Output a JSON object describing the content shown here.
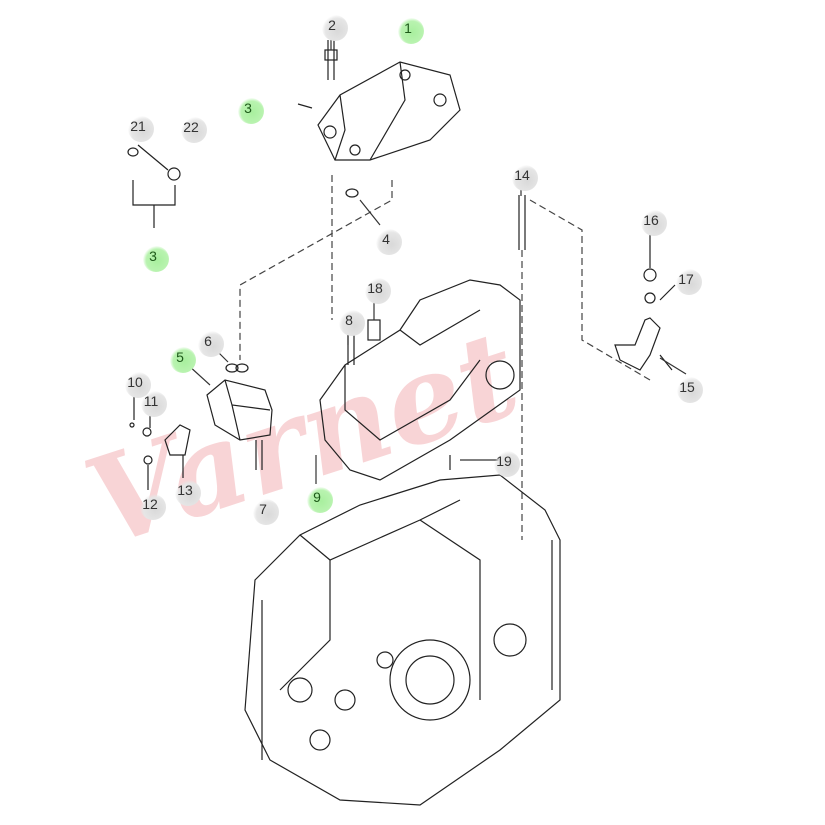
{
  "diagram": {
    "title": "Hydraulic lift cover and transmission housing exploded parts view",
    "watermark_text": "Varnet",
    "colors": {
      "highlight": "#b9f3b0",
      "callout": "#e6e6e6",
      "line": "#222222",
      "watermark": "#e13c46"
    },
    "callouts": [
      {
        "number": "1",
        "highlighted": true
      },
      {
        "number": "2",
        "highlighted": false
      },
      {
        "number": "3",
        "highlighted": true
      },
      {
        "number": "21",
        "highlighted": false
      },
      {
        "number": "22",
        "highlighted": false
      },
      {
        "number": "3",
        "highlighted": true
      },
      {
        "number": "4",
        "highlighted": false
      },
      {
        "number": "14",
        "highlighted": false
      },
      {
        "number": "16",
        "highlighted": false
      },
      {
        "number": "17",
        "highlighted": false
      },
      {
        "number": "18",
        "highlighted": false
      },
      {
        "number": "8",
        "highlighted": false
      },
      {
        "number": "6",
        "highlighted": false
      },
      {
        "number": "5",
        "highlighted": true
      },
      {
        "number": "10",
        "highlighted": false
      },
      {
        "number": "11",
        "highlighted": false
      },
      {
        "number": "15",
        "highlighted": false
      },
      {
        "number": "13",
        "highlighted": false
      },
      {
        "number": "12",
        "highlighted": false
      },
      {
        "number": "7",
        "highlighted": false
      },
      {
        "number": "9",
        "highlighted": true
      },
      {
        "number": "19",
        "highlighted": false
      }
    ]
  }
}
